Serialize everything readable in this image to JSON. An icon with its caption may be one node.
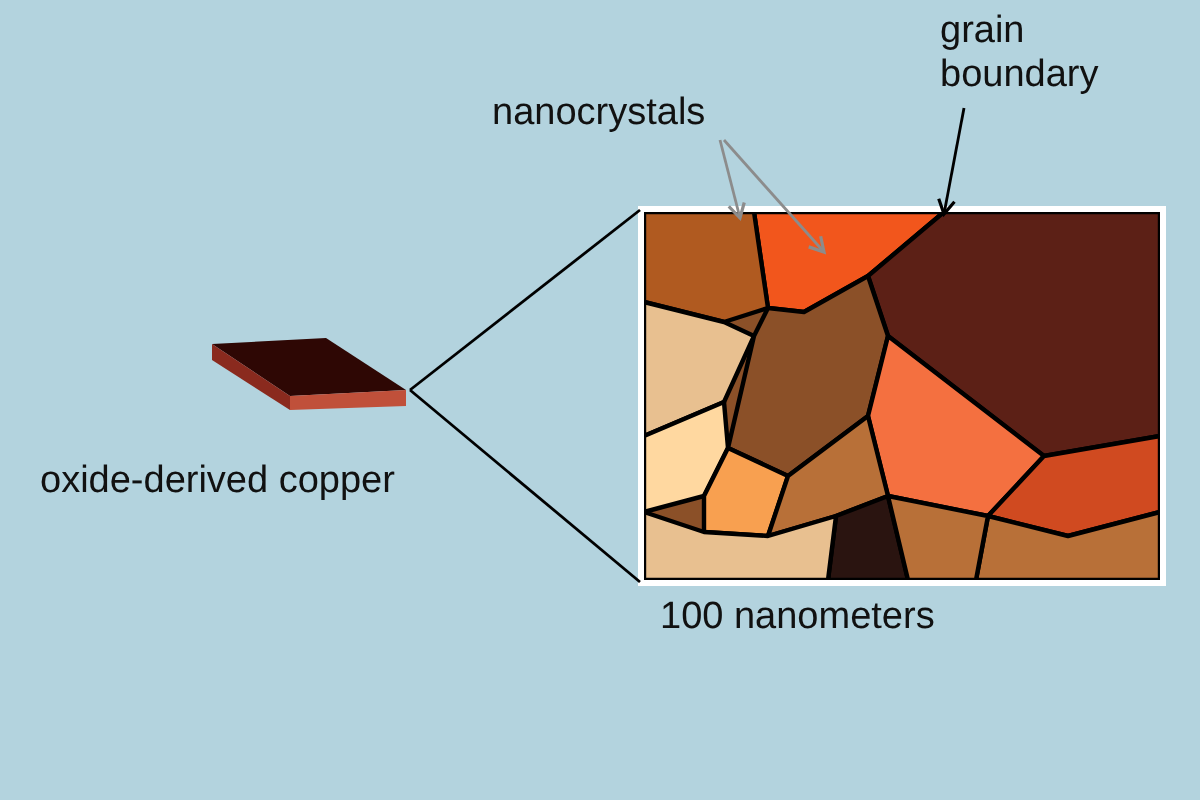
{
  "diagram": {
    "nodes": [
      {
        "text": [],
        "shape": "picture",
        "beside": [
          "oxide-derived copper"
        ]
      },
      {
        "text": [],
        "shape": "picture",
        "beside": [
          "100 nanometers"
        ]
      },
      {
        "text": [
          "nanocrystals"
        ]
      },
      {
        "text": [
          "grain boundary"
        ]
      },
      {
        "text": [],
        "shape": "box",
        "in": 1
      },
      {
        "text": [],
        "shape": "box",
        "in": 1
      }
    ],
    "edges": [
      {
        "from": 0,
        "to": 1,
        "arrow": "none"
      },
      {
        "from": 0,
        "to": 1,
        "arrow": "none"
      },
      {
        "from": 2,
        "to": 4,
        "arrow": "to",
        "color": "#8c8c8c"
      },
      {
        "from": 2,
        "to": 5,
        "arrow": "to",
        "color": "#8c8c8c"
      },
      {
        "from": 3,
        "to": 5,
        "arrow": "to"
      }
    ]
  }
}
